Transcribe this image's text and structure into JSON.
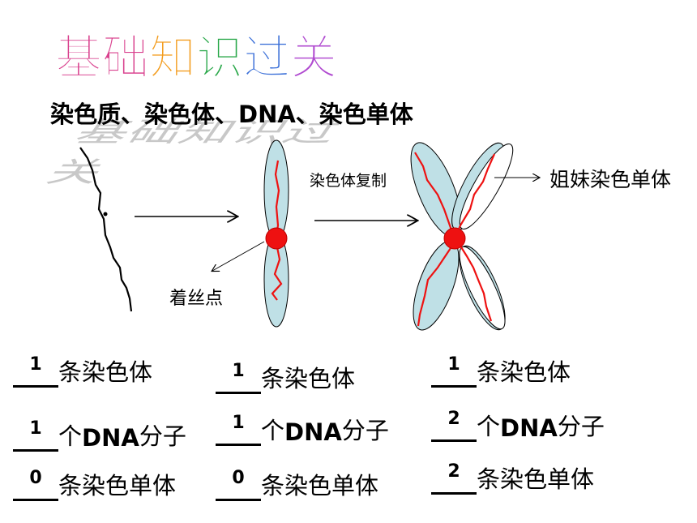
{
  "title": "基础知识过关",
  "title_colors": [
    "#d9418e",
    "#d9418e",
    "#f39b1b",
    "#2aa84a",
    "#3a6fd8",
    "#b04ad0"
  ],
  "subtitle": "染色质、染色体、DNA、染色单体",
  "labels": {
    "centromere": "着丝点",
    "replication": "染色体复制",
    "sister_chromatid": "姐妹染色单体"
  },
  "columns": [
    {
      "rows": [
        {
          "num": "1",
          "pre": "",
          "text": "条染色体"
        },
        {
          "num": "1",
          "pre": "个",
          "bold": "DNA",
          "post": "分子"
        },
        {
          "num": "0",
          "pre": "",
          "text": "条染色单体"
        }
      ]
    },
    {
      "rows": [
        {
          "num": "1",
          "pre": "",
          "text": "条染色体"
        },
        {
          "num": "1",
          "pre": "个",
          "bold": "DNA",
          "post": "分子"
        },
        {
          "num": "0",
          "pre": "",
          "text": "条染色单体"
        }
      ]
    },
    {
      "rows": [
        {
          "num": "1",
          "pre": "",
          "text": "条染色体"
        },
        {
          "num": "2",
          "pre": "个",
          "bold": "DNA",
          "post": "分子"
        },
        {
          "num": "2",
          "pre": "",
          "text": "条染色单体"
        }
      ]
    }
  ],
  "colors": {
    "chromatid_fill": "#bfe0e6",
    "centromere": "#ee1111",
    "dna_line": "#ee1111"
  }
}
